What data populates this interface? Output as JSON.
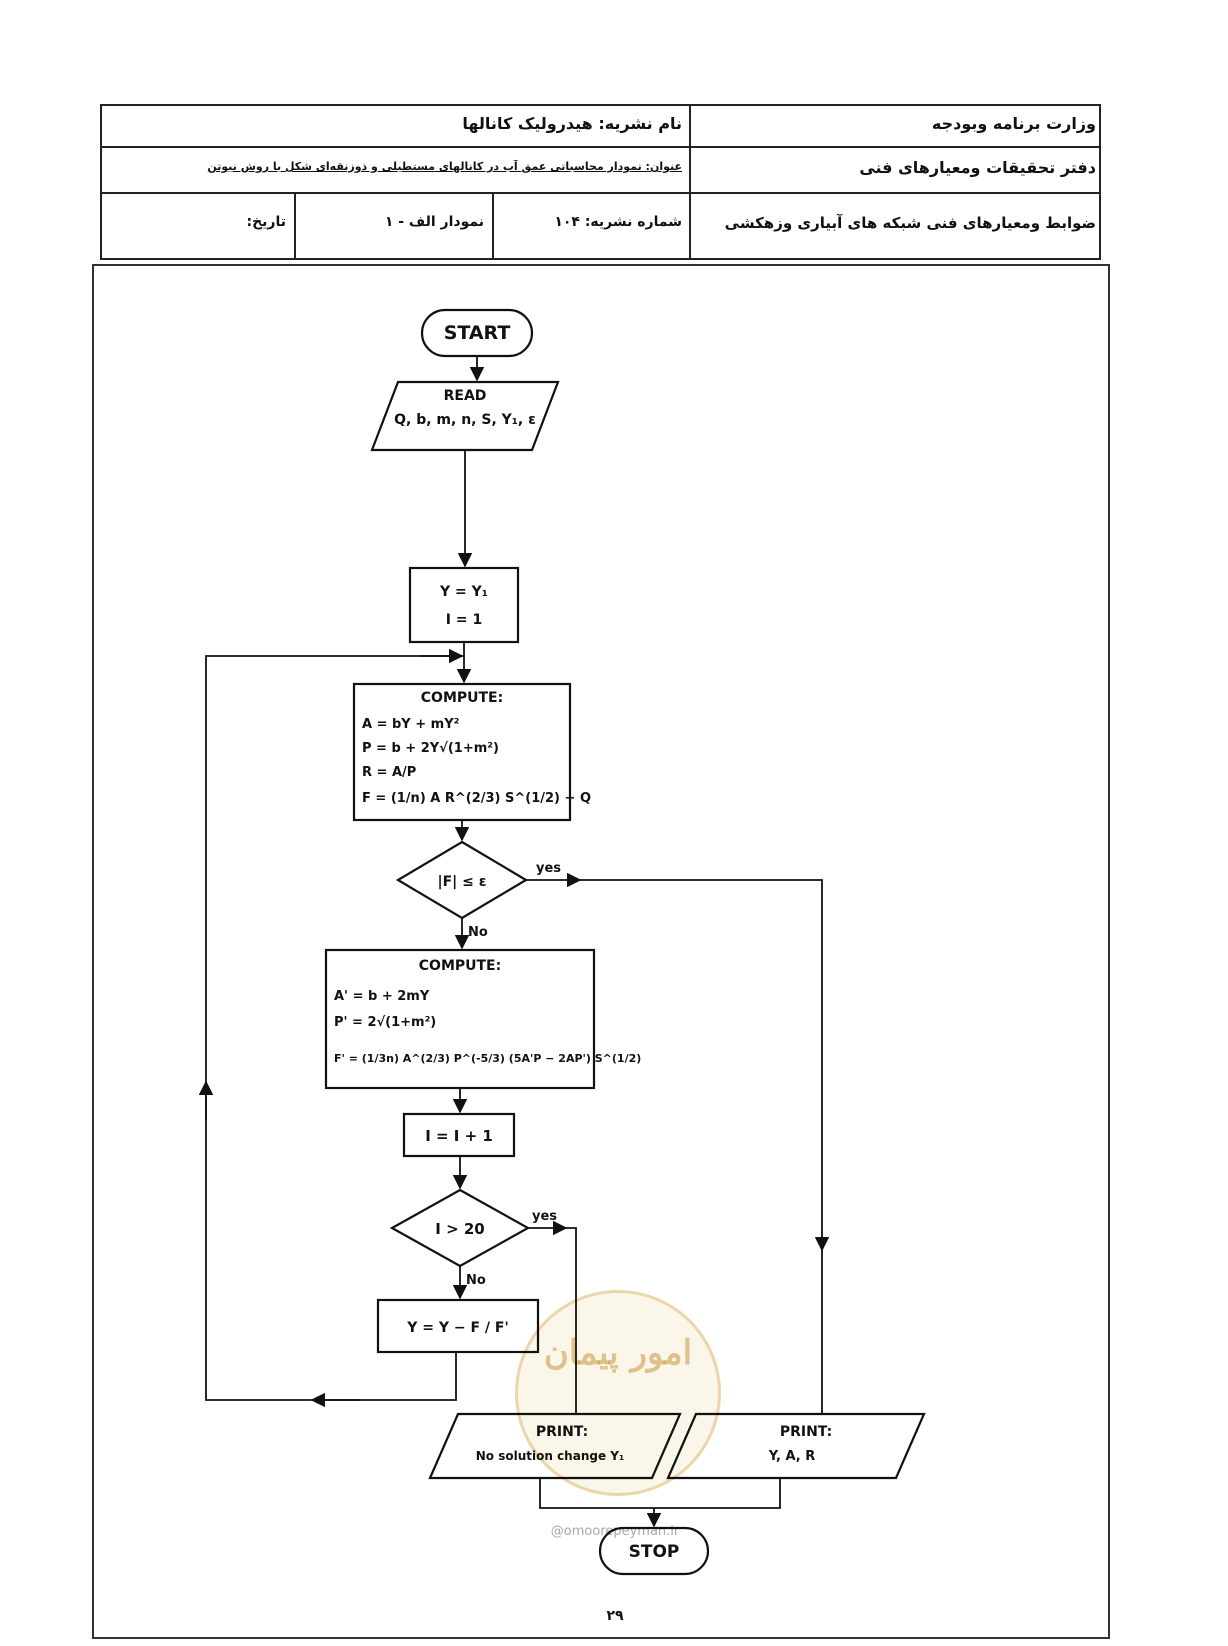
{
  "header": {
    "right_col": {
      "row1": "وزارت برنامه وبودجه",
      "row2": "دفتر تحقیقات ومعیارهای فنی",
      "row3": "ضوابط ومعیارهای فنی شبکه های آبیاری وزهکشی"
    },
    "left_col": {
      "publication_name": "نام نشریه: هیدرولیک کانالها",
      "subject": "عنوان: نمودار محاسباتی عمق آب در کانالهای مستطیلی و ذوزنقه‌ای شکل با روش نیوتن",
      "publication_number": "شماره نشریه: ۱۰۴",
      "chart_ref": "نمودار الف - ۱",
      "date": "تاریخ:"
    }
  },
  "flowchart": {
    "start": "START",
    "read_title": "READ",
    "read_vars": "Q, b, m, n, S, Y₁, ε",
    "init_y": "Y = Y₁",
    "init_i": "I = 1",
    "compute1_title": "COMPUTE:",
    "compute1_lines": [
      "A = bY + mY²",
      "P = b + 2Y√(1+m²)",
      "R = A/P",
      "F = (1/n) A R^(2/3) S^(1/2) − Q"
    ],
    "decision1": "|F| ≤ ε",
    "decision1_yes": "yes",
    "decision1_no": "No",
    "compute2_title": "COMPUTE:",
    "compute2_lines": [
      "A' = b + 2mY",
      "P' = 2√(1+m²)",
      "F' = (1/3n) A^(2/3) P^(-5/3) (5A'P − 2AP') S^(1/2)"
    ],
    "increment": "I = I + 1",
    "decision2": "I > 20",
    "decision2_yes": "yes",
    "decision2_no": "No",
    "update": "Y = Y − F / F'",
    "print_fail_title": "PRINT:",
    "print_fail_msg": "No solution change Y₁",
    "print_ok_title": "PRINT:",
    "print_ok_vars": "Y, A, R",
    "stop": "STOP"
  },
  "page_number": "۲۹",
  "watermark": {
    "text": "امور پیمان",
    "url": "@omoorepeyman.ir"
  },
  "colors": {
    "ink": "#111111",
    "watermark": "#d7af5f"
  }
}
